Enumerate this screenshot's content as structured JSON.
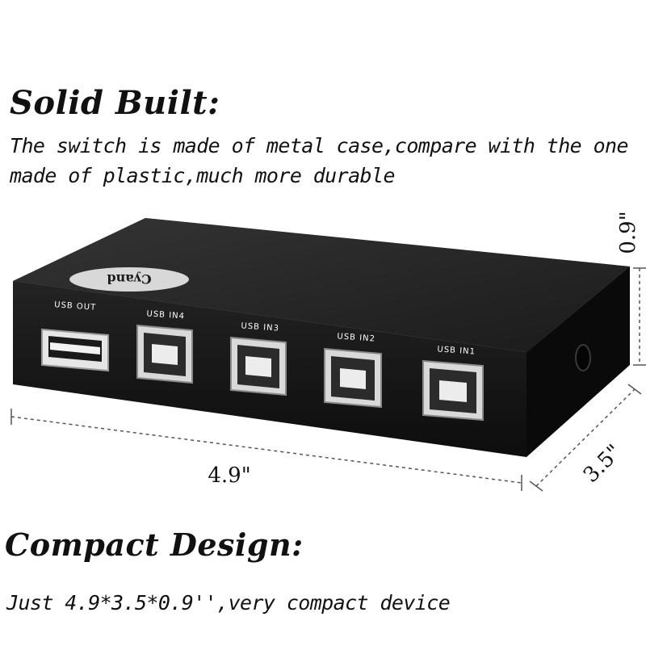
{
  "sections": {
    "solid": {
      "heading": "Solid Built:",
      "body": "The switch is made of metal case,compare with the one made of plastic,much more durable"
    },
    "compact": {
      "heading": "Compact Design:",
      "body": "Just 4.9*3.5*0.9'',very compact device"
    }
  },
  "product": {
    "brand": "Cyand",
    "ports": [
      {
        "label": "USB OUT",
        "type": "usb-a"
      },
      {
        "label": "USB IN4",
        "type": "usb-b"
      },
      {
        "label": "USB IN3",
        "type": "usb-b"
      },
      {
        "label": "USB IN2",
        "type": "usb-b"
      },
      {
        "label": "USB IN1",
        "type": "usb-b"
      }
    ],
    "dimensions": {
      "width": "4.9\"",
      "depth": "3.5\"",
      "height": "0.9\""
    }
  },
  "colors": {
    "case": "#1b1b1b",
    "case_top": "#2a2a2a",
    "port_frame": "#d9d9d9",
    "text": "#111111",
    "background": "#ffffff"
  }
}
